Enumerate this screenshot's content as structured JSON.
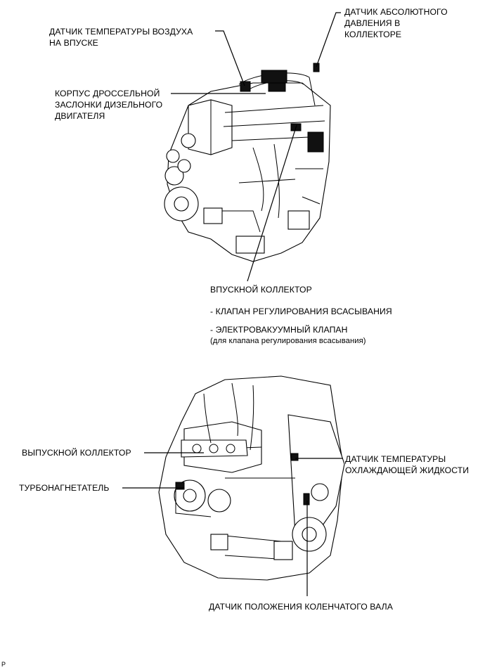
{
  "top_engine": {
    "labels": {
      "iat_sensor": [
        "ДАТЧИК ТЕМПЕРАТУРЫ ВОЗДУХА",
        "НА ВПУСКЕ"
      ],
      "map_sensor": [
        "ДАТЧИК АБСОЛЮТНОГО",
        "ДАВЛЕНИЯ В",
        "КОЛЛЕКТОРЕ"
      ],
      "throttle_body": [
        "КОРПУС ДРОССЕЛЬНОЙ",
        "ЗАСЛОНКИ ДИЗЕЛЬНОГО",
        "ДВИГАТЕЛЯ"
      ],
      "intake_manifold": "ВПУСКНОЙ КОЛЛЕКТОР",
      "intake_items": [
        "- КЛАПАН РЕГУЛИРОВАНИЯ ВСАСЫВАНИЯ",
        "- ЭЛЕКТРОВАКУУМНЫЙ КЛАПАН"
      ],
      "intake_note": "(для клапана регулирования всасывания)"
    }
  },
  "bottom_engine": {
    "labels": {
      "exhaust_manifold": "ВЫПУСКНОЙ КОЛЛЕКТОР",
      "turbocharger": "ТУРБОНАГНЕТАТЕЛЬ",
      "ect_sensor": [
        "ДАТЧИК ТЕМПЕРАТУРЫ",
        "ОХЛАЖДАЮЩЕЙ ЖИДКОСТИ"
      ],
      "ckp_sensor": "ДАТЧИК ПОЛОЖЕНИЯ КОЛЕНЧАТОГО ВАЛА"
    }
  },
  "footer_code": "P"
}
